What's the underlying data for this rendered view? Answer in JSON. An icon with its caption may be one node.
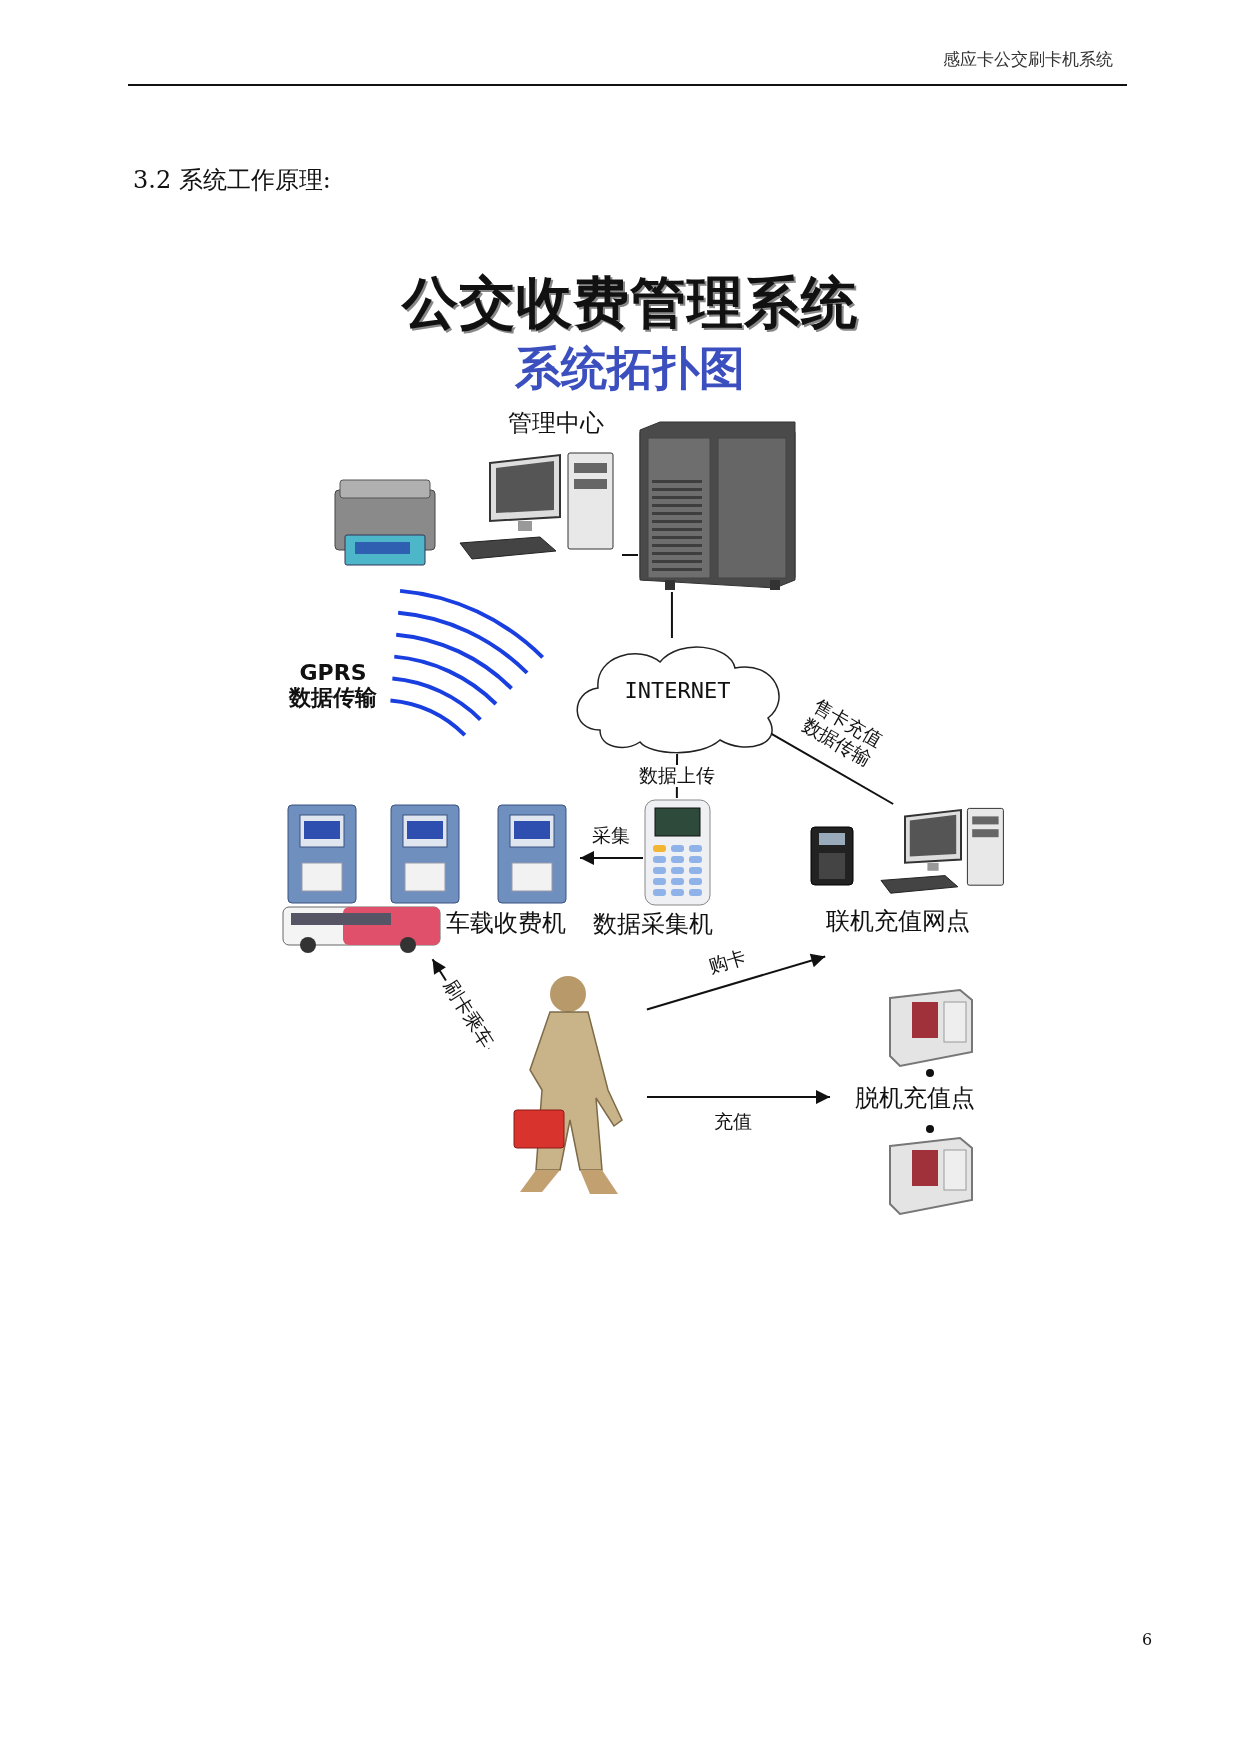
{
  "diagram": {
    "title": "公交收费管理系统",
    "nodes": [
      {
        "text": [
          "管理中心"
        ]
      },
      {
        "text": [],
        "shape": "picture"
      },
      {
        "text": [
          "INTERNET"
        ]
      },
      {
        "text": [
          "车载收费机"
        ]
      },
      {
        "text": [],
        "shape": "picture",
        "beside": [
          "数据采集机"
        ]
      },
      {
        "text": [
          "联机充值网点"
        ]
      },
      {
        "text": [],
        "shape": "person"
      },
      {
        "text": [
          "脱机充值点"
        ]
      }
    ],
    "edges": [
      {
        "from": 0,
        "to": 1,
        "arrow": "none"
      },
      {
        "from": 1,
        "to": 2,
        "arrow": "none"
      },
      {
        "from": 2,
        "to": 4,
        "arrow": "none",
        "label": "数据上传"
      },
      {
        "from": 2,
        "to": 5,
        "arrow": "none",
        "label": "售卡充值数据传输"
      },
      {
        "from": 4,
        "to": 3,
        "arrow": "to",
        "label": "采集"
      },
      {
        "from": 6,
        "to": 3,
        "arrow": "to",
        "label": "刷卡乘车"
      },
      {
        "from": 6,
        "to": 5,
        "arrow": "to",
        "label": "购卡"
      },
      {
        "from": 6,
        "to": 7,
        "arrow": "to",
        "label": "充值"
      }
    ],
    "labels": [
      "感应卡公交刷卡机系统",
      "3.2 系统工作原理:",
      "系统拓扑图",
      "GPRS 数据传输",
      "6"
    ]
  }
}
